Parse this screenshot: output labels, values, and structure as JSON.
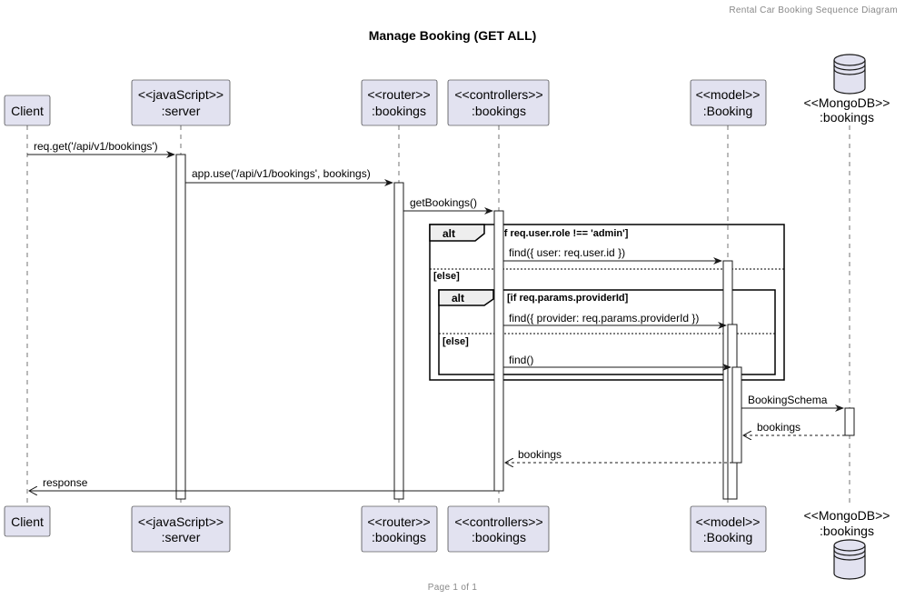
{
  "header": {
    "text": "Rental Car Booking Sequence Diagram"
  },
  "title": "Manage Booking (GET ALL)",
  "footer": {
    "text": "Page 1 of 1"
  },
  "participants": [
    {
      "id": "client",
      "lines": [
        "Client"
      ]
    },
    {
      "id": "server",
      "lines": [
        "<<javaScript>>",
        ":server"
      ]
    },
    {
      "id": "router",
      "lines": [
        "<<router>>",
        ":bookings"
      ]
    },
    {
      "id": "controllers",
      "lines": [
        "<<controllers>>",
        ":bookings"
      ]
    },
    {
      "id": "model",
      "lines": [
        "<<model>>",
        ":Booking"
      ]
    },
    {
      "id": "mongodb",
      "lines": [
        "<<MongoDB>>",
        ":bookings"
      ]
    }
  ],
  "messages": [
    {
      "id": "m1",
      "label": "req.get('/api/v1/bookings')",
      "style": "solid"
    },
    {
      "id": "m2",
      "label": "app.use('/api/v1/bookings', bookings)",
      "style": "solid"
    },
    {
      "id": "m3",
      "label": "getBookings()",
      "style": "solid"
    },
    {
      "id": "m4",
      "label": "find({ user: req.user.id })",
      "style": "solid"
    },
    {
      "id": "m5",
      "label": "find({ provider: req.params.providerId })",
      "style": "solid"
    },
    {
      "id": "m6",
      "label": "find()",
      "style": "solid"
    },
    {
      "id": "m7",
      "label": "BookingSchema",
      "style": "solid"
    },
    {
      "id": "m8",
      "label": "bookings",
      "style": "dashed"
    },
    {
      "id": "m9",
      "label": "bookings",
      "style": "dashed"
    },
    {
      "id": "m10",
      "label": "response",
      "style": "solid"
    }
  ],
  "fragments": [
    {
      "id": "outer",
      "keyword": "alt",
      "guard": "[if req.user.role !== 'admin']",
      "else": "[else]"
    },
    {
      "id": "inner",
      "keyword": "alt",
      "guard": "[if req.params.providerId]",
      "else": "[else]"
    }
  ],
  "colors": {
    "participant_fill": "#E2E2F0",
    "participant_border": "#181818",
    "fragment_tab": "#EEEEEE",
    "lifeline": "#181818"
  }
}
